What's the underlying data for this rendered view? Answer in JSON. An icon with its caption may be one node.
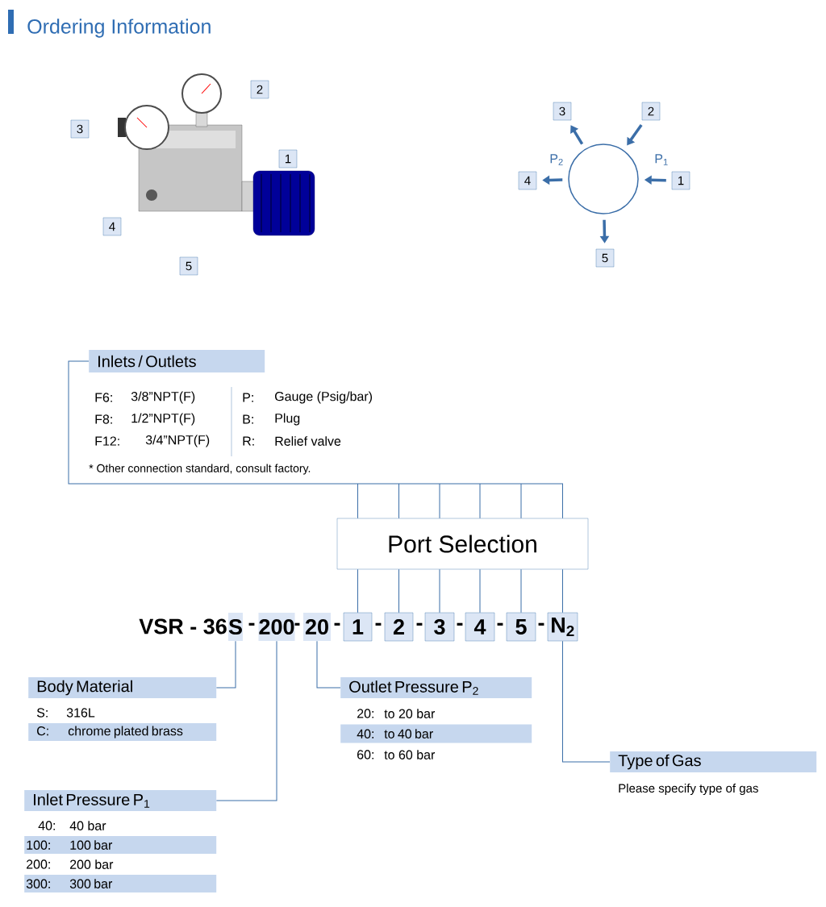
{
  "diagram": {
    "title": "Ordering Information",
    "nodes": [
      {
        "text": [],
        "shape": "picture"
      },
      {
        "text": [
          "2"
        ],
        "in": 0
      },
      {
        "text": [
          "3"
        ]
      },
      {
        "text": [
          "1"
        ],
        "in": 0
      },
      {
        "text": [
          "4"
        ]
      },
      {
        "text": [
          "5"
        ]
      },
      {
        "text": [],
        "shape": "circle"
      },
      {
        "text": [
          "3"
        ]
      },
      {
        "text": [
          "2"
        ]
      },
      {
        "text": [
          "4"
        ]
      },
      {
        "text": [
          "1"
        ]
      },
      {
        "text": [
          "5"
        ]
      },
      {
        "text": [
          "Inlets / Outlets"
        ]
      },
      {
        "text": [
          "Port Selection"
        ]
      },
      {
        "text": [
          "S"
        ]
      },
      {
        "text": [
          "200"
        ]
      },
      {
        "text": [
          "20"
        ]
      },
      {
        "text": [
          "1"
        ]
      },
      {
        "text": [
          "2"
        ]
      },
      {
        "text": [
          "3"
        ]
      },
      {
        "text": [
          "4"
        ]
      },
      {
        "text": [
          "5"
        ]
      },
      {
        "text": [
          "N$_{2}$"
        ]
      },
      {
        "text": [
          "Body Material"
        ]
      },
      {
        "text": [
          "Outlet Pressure P$_{2}$"
        ]
      },
      {
        "text": [
          "Type of Gas"
        ]
      },
      {
        "text": [
          "Inlet Pressure P$_{1}$"
        ]
      },
      {
        "text": [
          "C:",
          "chrome plated brass"
        ]
      },
      {
        "text": [
          "40:",
          "to 40 bar"
        ]
      },
      {
        "text": [
          "100:",
          "100 bar"
        ]
      },
      {
        "text": [
          "300:",
          "300 bar"
        ]
      }
    ],
    "edges": [
      {
        "from": 6,
        "to": 7,
        "arrow": "to",
        "style": "thick"
      },
      {
        "from": 8,
        "to": 6,
        "arrow": "to",
        "style": "thick"
      },
      {
        "from": 6,
        "to": 9,
        "arrow": "to",
        "style": "thick"
      },
      {
        "from": 10,
        "to": 6,
        "arrow": "to",
        "style": "thick"
      },
      {
        "from": 6,
        "to": 11,
        "arrow": "to",
        "style": "thick"
      },
      {
        "from": 12,
        "to": 13,
        "arrow": "none"
      },
      {
        "from": 13,
        "to": 17,
        "arrow": "none"
      },
      {
        "from": 13,
        "to": 18,
        "arrow": "none"
      },
      {
        "from": 13,
        "to": 19,
        "arrow": "none"
      },
      {
        "from": 13,
        "to": 20,
        "arrow": "none"
      },
      {
        "from": 13,
        "to": 21,
        "arrow": "none"
      },
      {
        "from": 13,
        "to": 22,
        "arrow": "none"
      },
      {
        "from": 14,
        "to": 23,
        "arrow": "none"
      },
      {
        "from": 15,
        "to": 26,
        "arrow": "none"
      },
      {
        "from": 16,
        "to": 24,
        "arrow": "none"
      },
      {
        "from": 22,
        "to": 25,
        "arrow": "none"
      }
    ],
    "labels": [
      "P$_{2}$",
      "P$_{1}$",
      "F6:",
      "3/8”NPT(F)",
      "P:",
      "Gauge (Psig/bar)",
      "F8:",
      "1/2”NPT(F)",
      "B:",
      "Plug",
      "F12:",
      "3/4”NPT(F)",
      "R:",
      "Relief valve",
      "* Other connection standard, consult factory.",
      "VSR - 36",
      "-",
      "-",
      "-",
      "-",
      "-",
      "-",
      "-",
      "-",
      "S:",
      "316L",
      "20:",
      "to 20 bar",
      "60:",
      "to 60 bar",
      "Please specify type of gas",
      "40:",
      "40 bar",
      "200:",
      "200 bar"
    ]
  }
}
